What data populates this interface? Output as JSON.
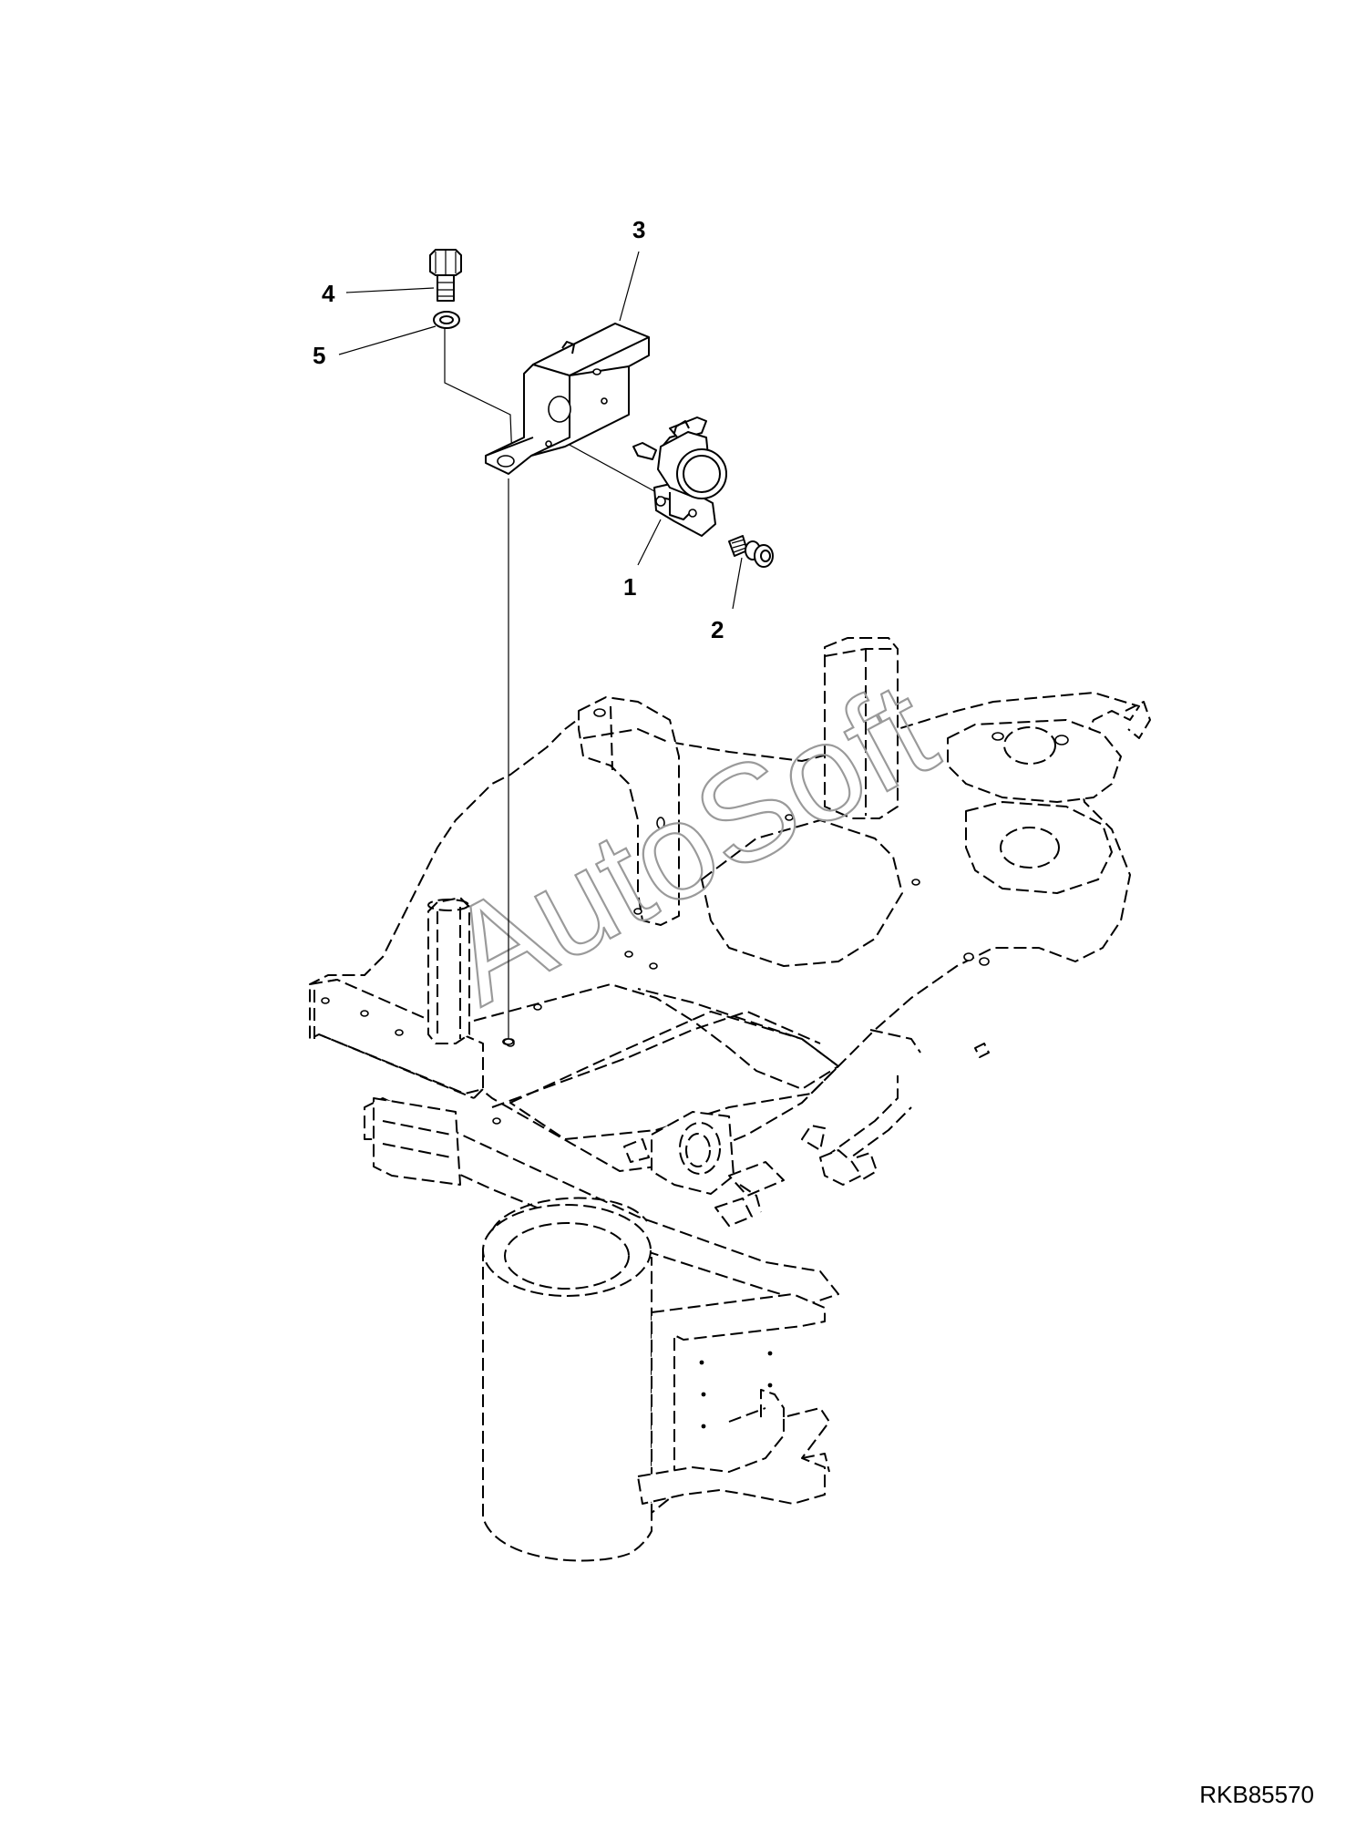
{
  "callouts": [
    {
      "id": "1",
      "text": "1"
    },
    {
      "id": "2",
      "text": "2"
    },
    {
      "id": "3",
      "text": "3"
    },
    {
      "id": "4",
      "text": "4"
    },
    {
      "id": "5",
      "text": "5"
    }
  ],
  "watermark": "AutoSoft",
  "drawing_code": "RKB85570",
  "colors": {
    "line": "#000000",
    "watermark": "#9a9a9a",
    "background": "#ffffff"
  }
}
